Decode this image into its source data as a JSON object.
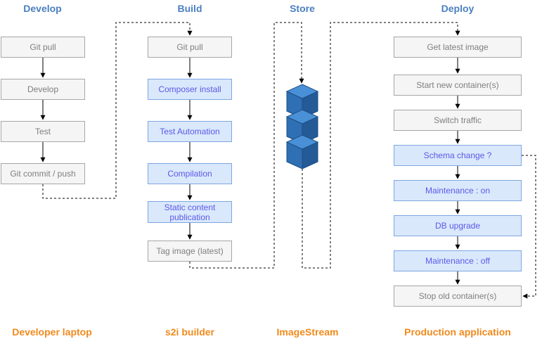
{
  "columns": [
    {
      "heading": "Develop",
      "footer": "Developer laptop"
    },
    {
      "heading": "Build",
      "footer": "s2i builder"
    },
    {
      "heading": "Store",
      "footer": "ImageStream"
    },
    {
      "heading": "Deploy",
      "footer": "Production application"
    }
  ],
  "develop_steps": [
    "Git pull",
    "Develop",
    "Test",
    "Git commit / push"
  ],
  "build_steps": [
    {
      "label": "Git pull",
      "style": "gray"
    },
    {
      "label": "Composer install",
      "style": "blue"
    },
    {
      "label": "Test Automation",
      "style": "blue"
    },
    {
      "label": "Compilation",
      "style": "blue"
    },
    {
      "label": "Static content\npublication",
      "style": "blue"
    },
    {
      "label": "Tag image (latest)",
      "style": "gray"
    }
  ],
  "deploy_steps": [
    {
      "label": "Get latest image",
      "style": "gray"
    },
    {
      "label": "Start new container(s)",
      "style": "gray"
    },
    {
      "label": "Switch traffic",
      "style": "gray"
    },
    {
      "label": "Schema change ?",
      "style": "blue"
    },
    {
      "label": "Maintenance : on",
      "style": "blue"
    },
    {
      "label": "DB upgrade",
      "style": "blue"
    },
    {
      "label": "Maintenance : off",
      "style": "blue"
    },
    {
      "label": "Stop old container(s)",
      "style": "gray"
    }
  ],
  "store_icon": "container-stack-icon",
  "colors": {
    "heading": "#4a7fc0",
    "footer": "#f08a1c",
    "gray_fill": "#f5f5f5",
    "gray_border": "#a6a6a6",
    "blue_fill": "#dae8fc",
    "blue_border": "#7ea6e0",
    "cube": "#2f6fb3"
  }
}
